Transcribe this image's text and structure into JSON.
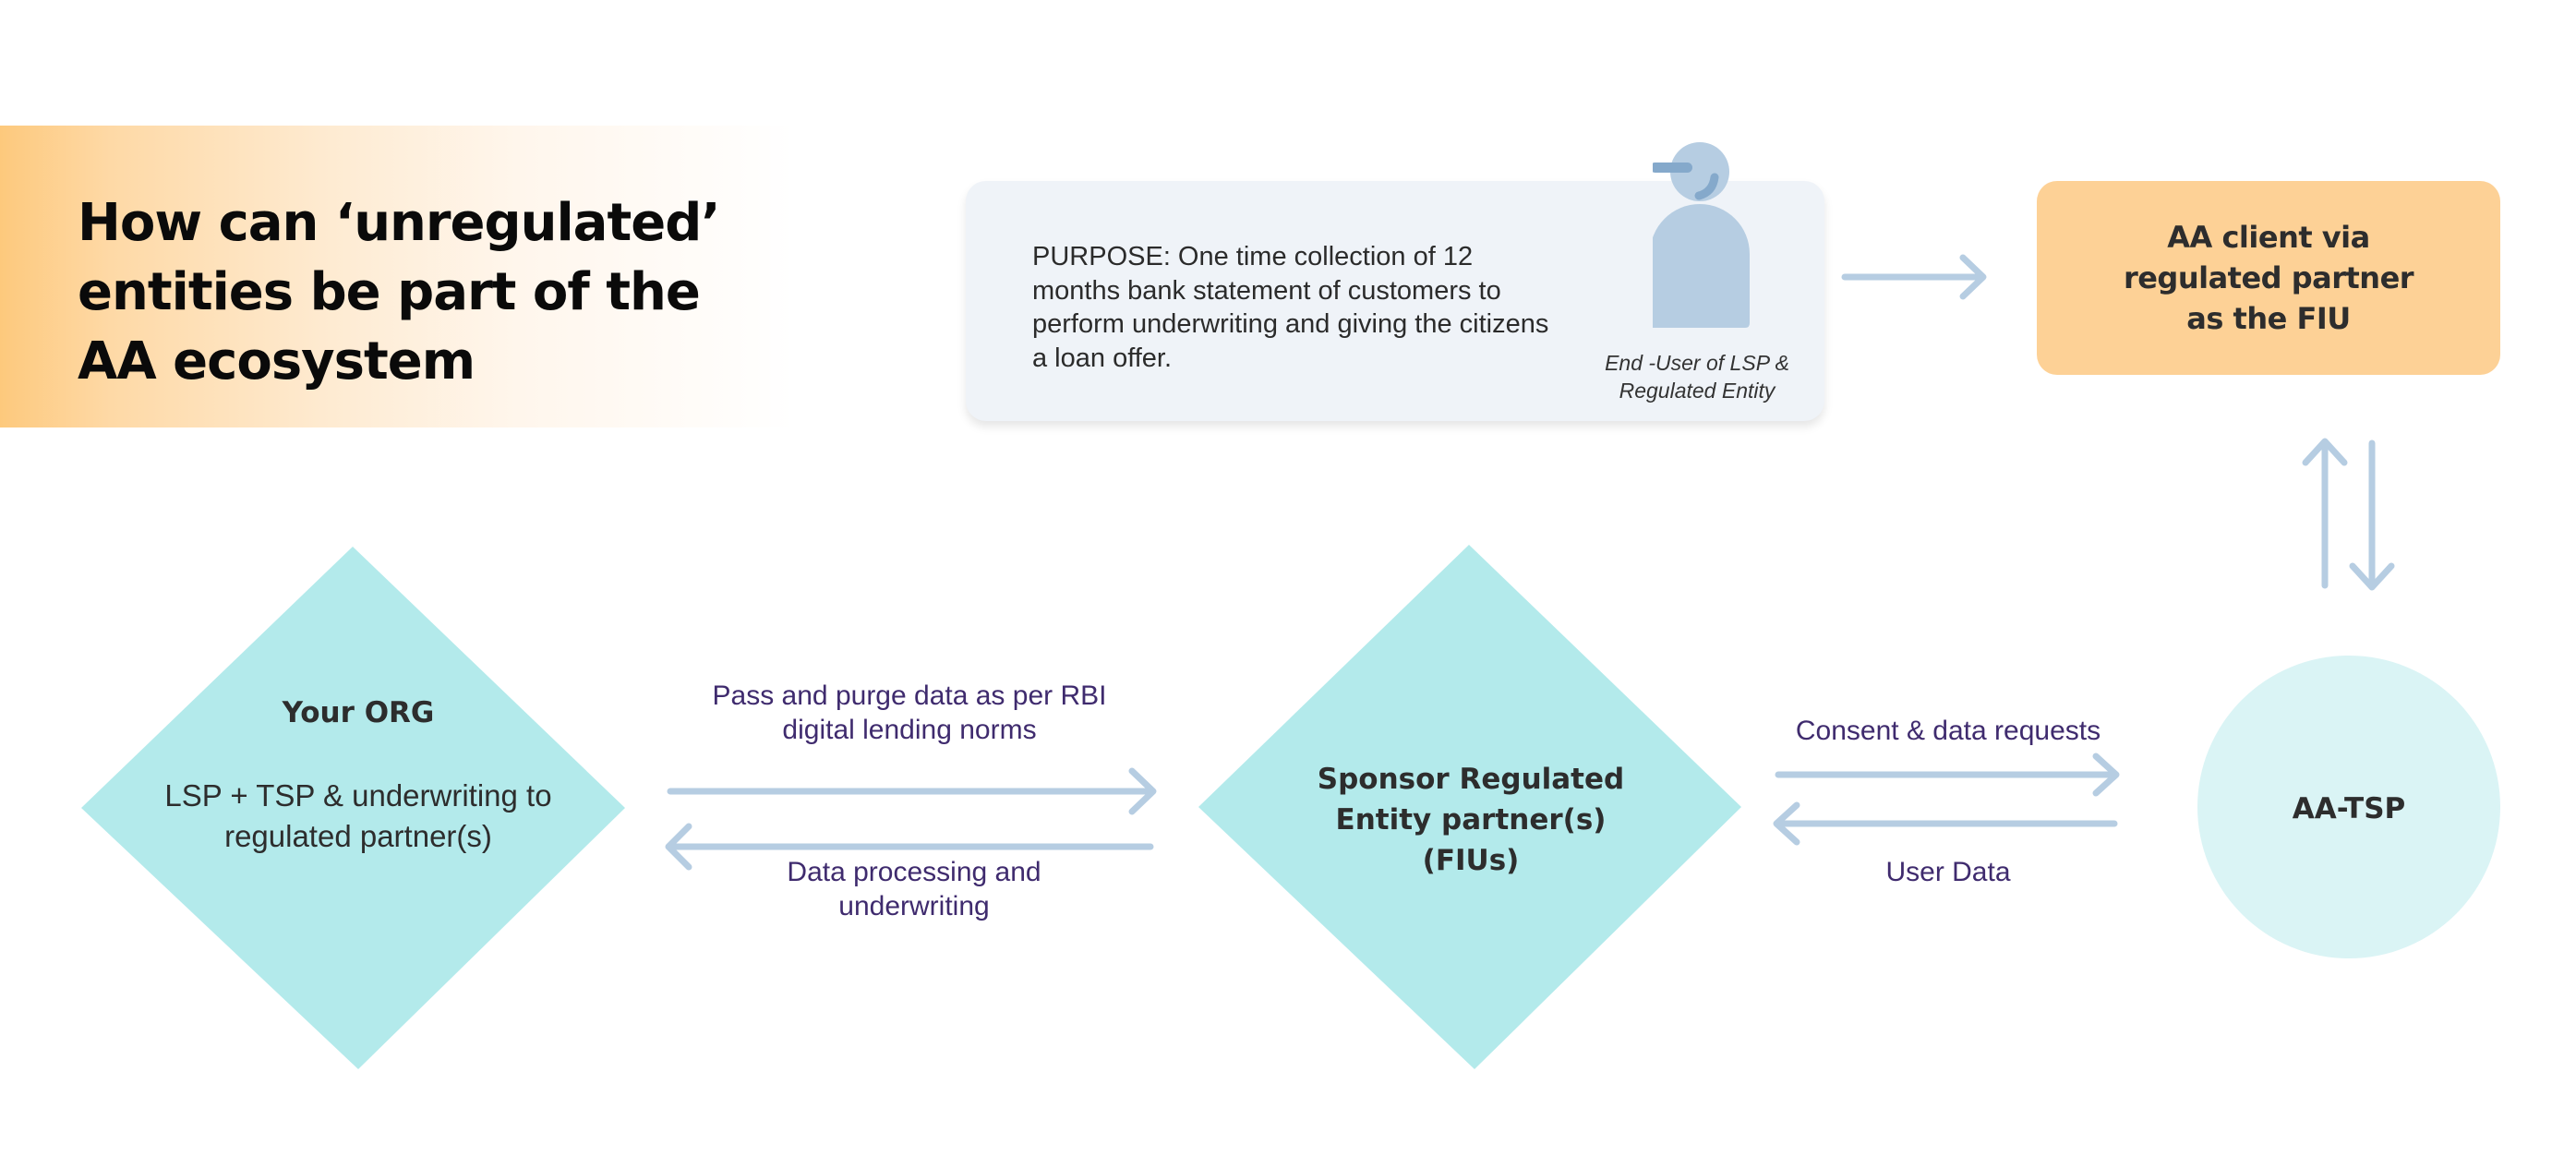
{
  "header": {
    "title": "How can ‘unregulated’ entities be part of the AA ecosystem"
  },
  "purpose_card": {
    "text": "PURPOSE: One time collection of 12 months bank statement of customers to perform underwriting and giving the citizens a loan offer.",
    "person_icon": "person-icon",
    "caption": "End -User of LSP & Regulated Entity"
  },
  "nodes": {
    "aa_client": {
      "text": "AA client via regulated partner as the FIU",
      "shape": "rounded-rectangle"
    },
    "your_org": {
      "title": "Your ORG",
      "body": "LSP + TSP & underwriting to regulated partner(s)",
      "shape": "diamond"
    },
    "sponsor": {
      "text": "Sponsor Regulated Entity partner(s) (FIUs)",
      "shape": "diamond"
    },
    "aa_tsp": {
      "text": "AA-TSP",
      "shape": "circle"
    }
  },
  "flows": {
    "org_to_sponsor": "Pass and purge data as per RBI digital lending norms",
    "sponsor_to_org": "Data processing and underwriting",
    "sponsor_to_aa_tsp": "Consent & data requests",
    "aa_tsp_to_sponsor": "User Data"
  },
  "colors": {
    "banner_start": "#fdc97c",
    "card_bg": "#eff3f8",
    "aa_client_fill": "#fdd196",
    "diamond_fill": "#b3eaeb",
    "circle_fill": "#daf4f5",
    "arrow": "#b6cde2",
    "flow_label": "#3f2b6e",
    "person_fill": "#b6cde2",
    "person_accent": "#85a9cb"
  }
}
